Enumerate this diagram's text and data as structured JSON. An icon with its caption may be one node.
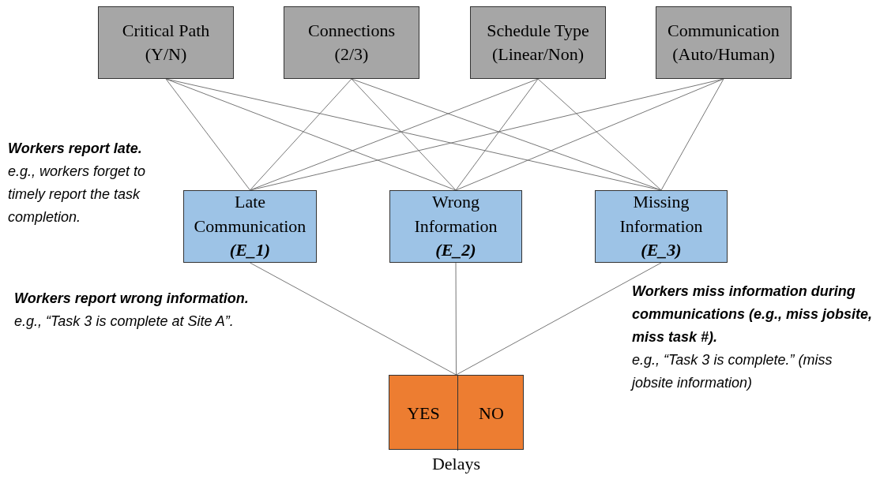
{
  "diagram": {
    "nodes": [
      {
        "text": [
          "Critical Path",
          "(Y/N)"
        ]
      },
      {
        "text": [
          "Connections",
          "(2/3)"
        ]
      },
      {
        "text": [
          "Schedule Type",
          "(Linear/Non)"
        ]
      },
      {
        "text": [
          "Communication",
          "(Auto/Human)"
        ]
      },
      {
        "text": [
          "Late Communication",
          "(E_1)"
        ]
      },
      {
        "text": [
          "Wrong Information",
          "(E_2)"
        ]
      },
      {
        "text": [
          "Missing Information",
          "(E_3)"
        ]
      },
      {
        "text": [],
        "shape": "box",
        "beside": [
          "Delays"
        ]
      },
      {
        "text": [
          "YES"
        ],
        "in": 7
      },
      {
        "text": [
          "NO"
        ],
        "in": 7
      }
    ],
    "edges": [
      {
        "from": 0,
        "to": 4,
        "arrow": "none"
      },
      {
        "from": 0,
        "to": 5,
        "arrow": "none"
      },
      {
        "from": 0,
        "to": 6,
        "arrow": "none"
      },
      {
        "from": 1,
        "to": 4,
        "arrow": "none"
      },
      {
        "from": 1,
        "to": 5,
        "arrow": "none"
      },
      {
        "from": 1,
        "to": 6,
        "arrow": "none"
      },
      {
        "from": 2,
        "to": 4,
        "arrow": "none"
      },
      {
        "from": 2,
        "to": 5,
        "arrow": "none"
      },
      {
        "from": 2,
        "to": 6,
        "arrow": "none"
      },
      {
        "from": 3,
        "to": 4,
        "arrow": "none"
      },
      {
        "from": 3,
        "to": 5,
        "arrow": "none"
      },
      {
        "from": 3,
        "to": 6,
        "arrow": "none"
      },
      {
        "from": 4,
        "to": 7,
        "arrow": "none"
      },
      {
        "from": 5,
        "to": 7,
        "arrow": "none"
      },
      {
        "from": 6,
        "to": 7,
        "arrow": "none"
      }
    ],
    "labels": [
      "Workers report late.",
      "e.g., workers forget to timely report the task completion.",
      "Workers report wrong information.",
      "e.g., “Task 3 is complete at Site A”.",
      "Workers miss information during communications (e.g., miss jobsite, miss task #).",
      "e.g., “Task 3 is complete.” (miss jobsite information)"
    ]
  }
}
